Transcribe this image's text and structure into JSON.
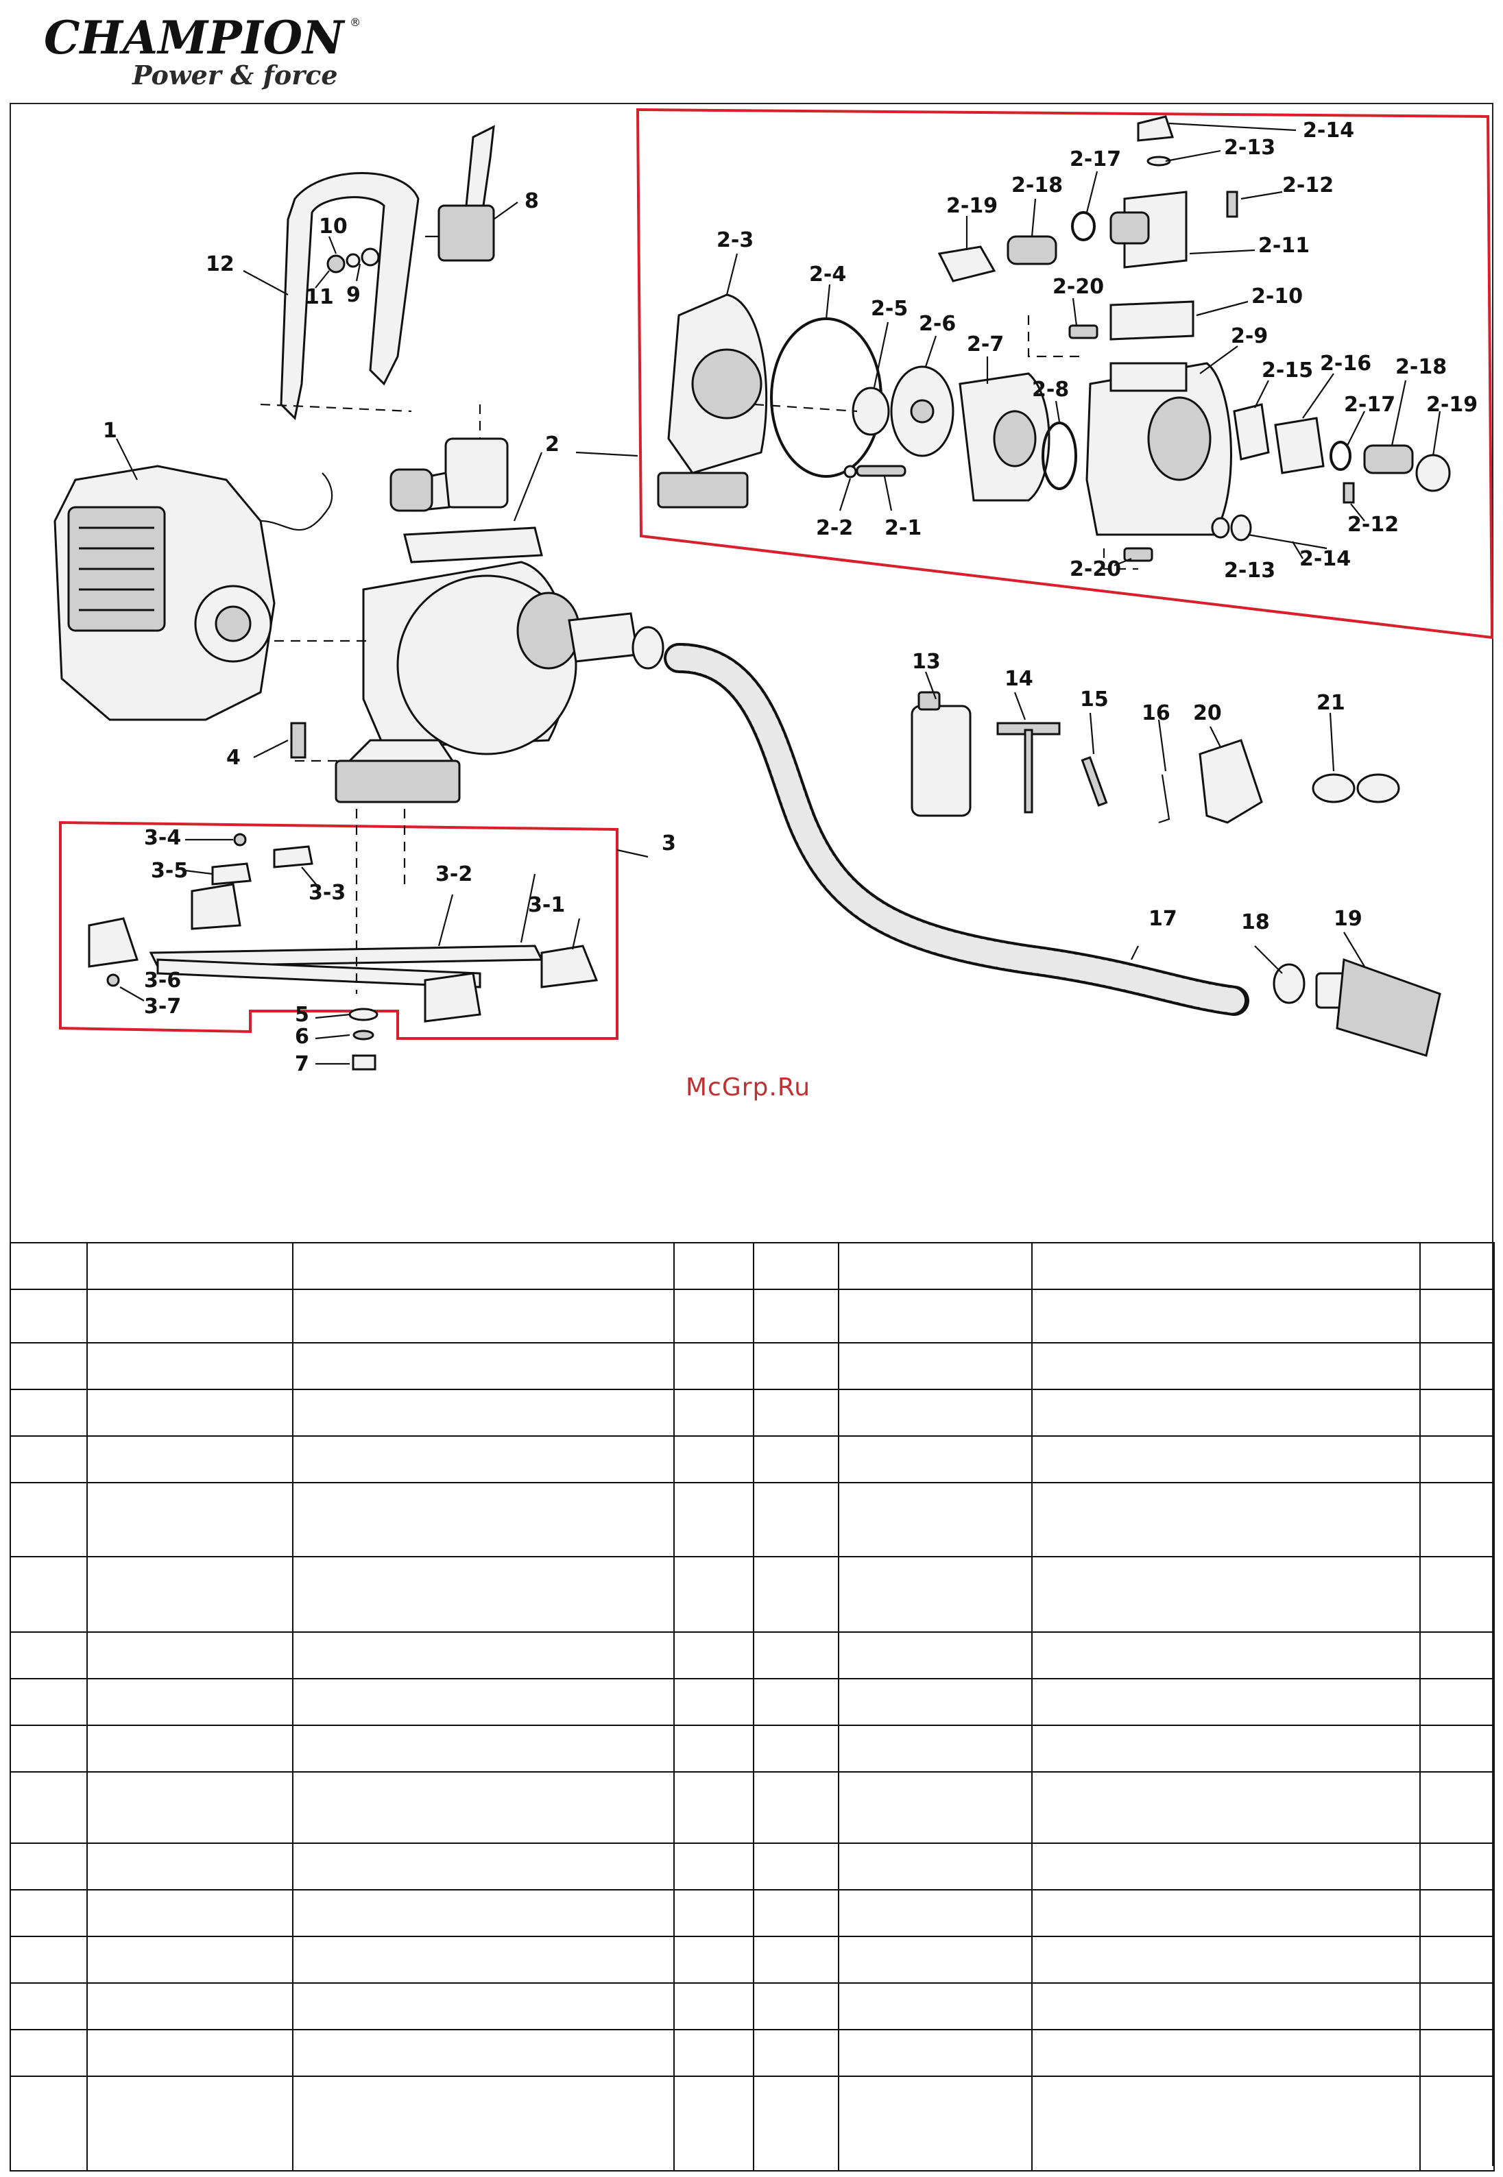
{
  "brand": {
    "name": "CHAMPION",
    "registered": "®",
    "tagline": "Power & force"
  },
  "watermark": "McGrp.Ru",
  "colors": {
    "highlight_box": "#d8202c",
    "line": "#111111",
    "brand_text": "#111111",
    "tagline": "#2a2a2a"
  },
  "callouts": [
    "1",
    "2",
    "3",
    "4",
    "5",
    "6",
    "7",
    "8",
    "9",
    "10",
    "11",
    "12",
    "13",
    "14",
    "15",
    "16",
    "17",
    "18",
    "19",
    "20",
    "21",
    "2-1",
    "2-2",
    "2-3",
    "2-4",
    "2-5",
    "2-6",
    "2-7",
    "2-8",
    "2-9",
    "2-10",
    "2-11",
    "2-12",
    "2-13",
    "2-14",
    "2-15",
    "2-16",
    "2-17",
    "2-18",
    "2-19",
    "2-20",
    "3-1",
    "3-2",
    "3-3",
    "3-4",
    "3-5",
    "3-6",
    "3-7"
  ],
  "parts_table": {
    "columns": 8,
    "rows": 17,
    "cells": "empty"
  }
}
